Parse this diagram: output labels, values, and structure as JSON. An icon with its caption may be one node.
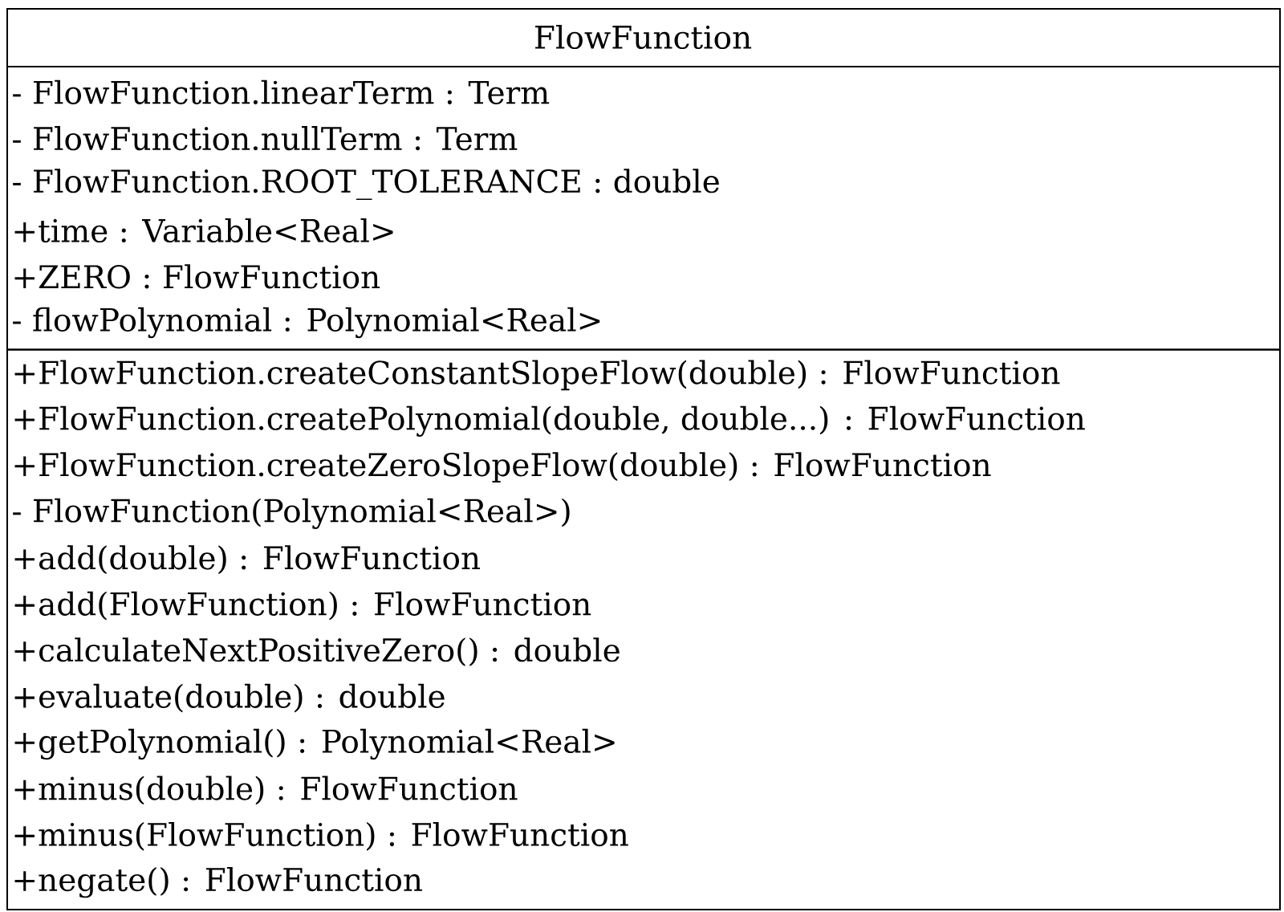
{
  "diagram": {
    "nodes": [
      {
        "text": [
          "FlowFunction"
        ]
      },
      {
        "text": [
          "- FlowFunction.linearTerm : Term",
          "- FlowFunction.nullTerm : Term",
          "- FlowFunction.ROOT_TOLERANCE : double",
          "+time : Variable<Real>",
          "+ZERO : FlowFunction",
          "- flowPolynomial : Polynomial<Real>"
        ],
        "in": 0
      },
      {
        "text": [
          "+FlowFunction.createConstantSlopeFlow(double) : FlowFunction",
          "+FlowFunction.createPolynomial(double, double...) : FlowFunction",
          "+FlowFunction.createZeroSlopeFlow(double) : FlowFunction",
          "- FlowFunction(Polynomial<Real>)",
          "+add(double) : FlowFunction",
          "+add(FlowFunction) : FlowFunction",
          "+calculateNextPositiveZero() : double",
          "+evaluate(double) : double",
          "+getPolynomial() : Polynomial<Real>",
          "+minus(double) : FlowFunction",
          "+minus(FlowFunction) : FlowFunction",
          "+negate() : FlowFunction"
        ],
        "in": 0
      }
    ]
  }
}
